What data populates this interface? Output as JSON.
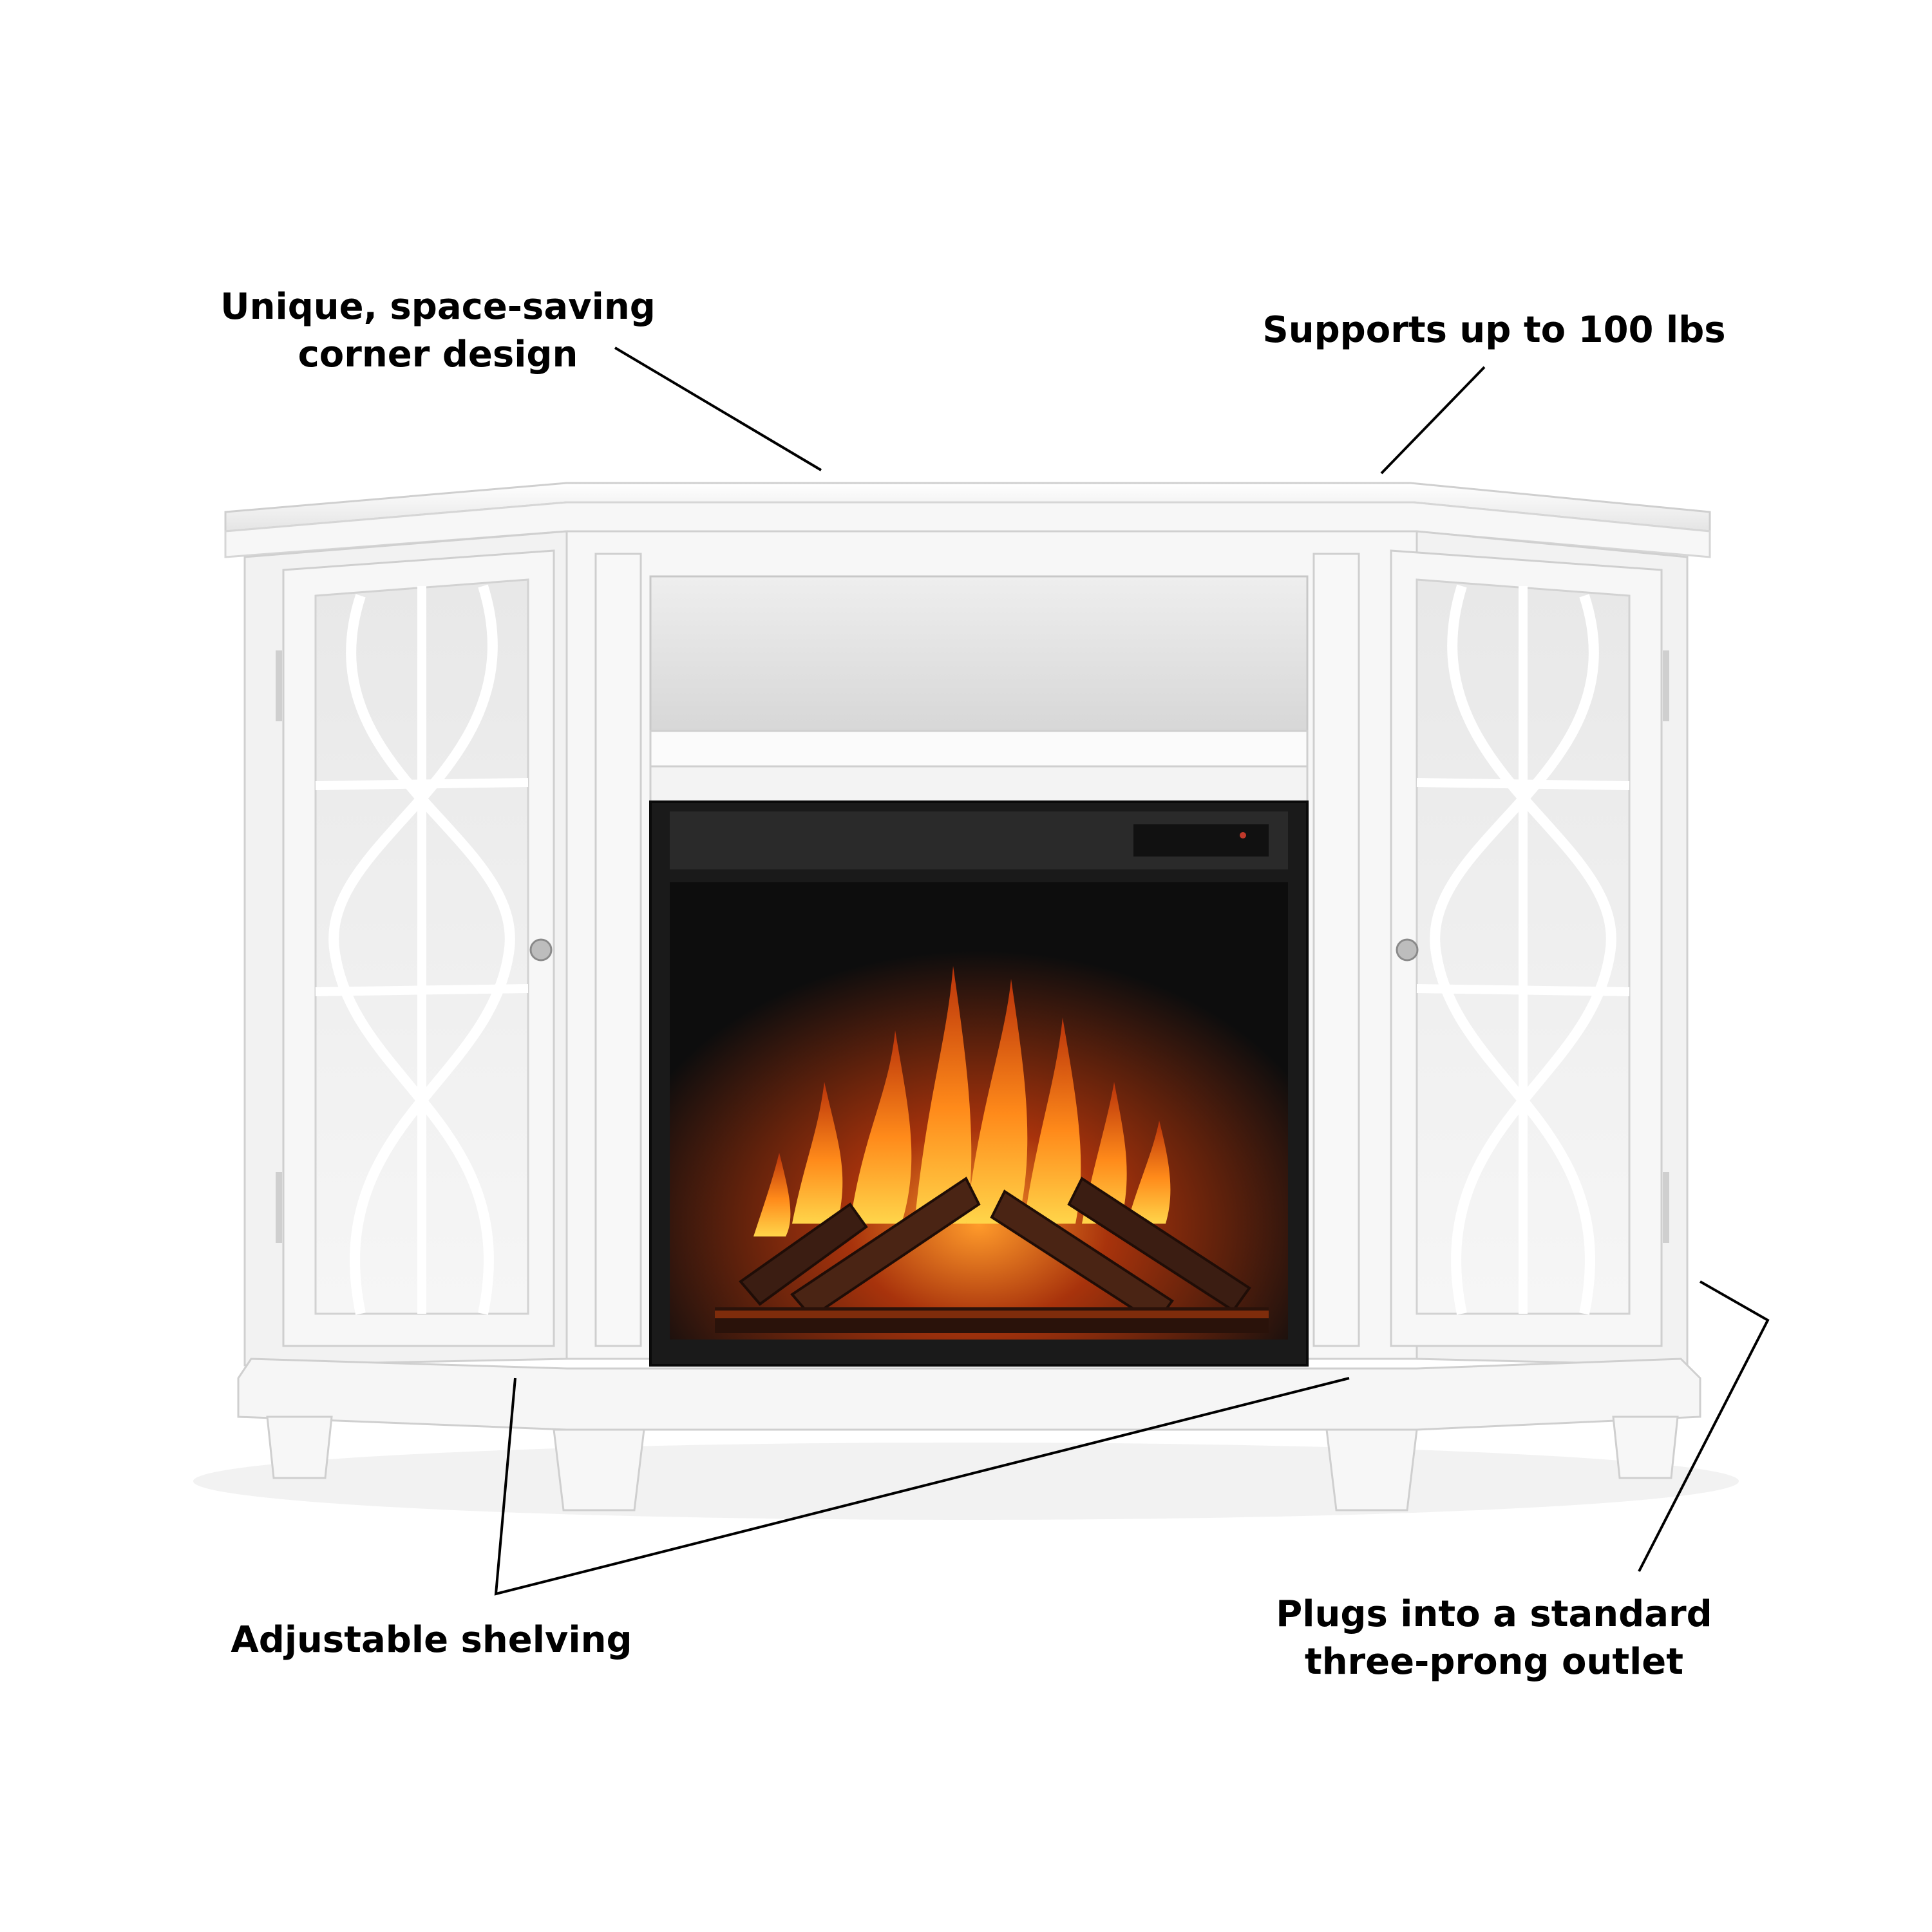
{
  "callouts": {
    "top_left": {
      "line1": "Unique, space-saving",
      "line2": "corner design"
    },
    "top_right": {
      "text": "Supports up to 100 lbs"
    },
    "bottom_left": {
      "text": "Adjustable shelving"
    },
    "bottom_right": {
      "line1": "Plugs into a standard",
      "line2": "three-prong outlet"
    }
  },
  "colors": {
    "background": "#ffffff",
    "cabinet": "#f4f4f4",
    "cabinet_shadow": "#d9d9d9",
    "firebox": "#0d0d0d",
    "flame_outer": "#d9480f",
    "flame_inner": "#ffb020",
    "log": "#3b1d12",
    "leader_line": "#000000"
  }
}
